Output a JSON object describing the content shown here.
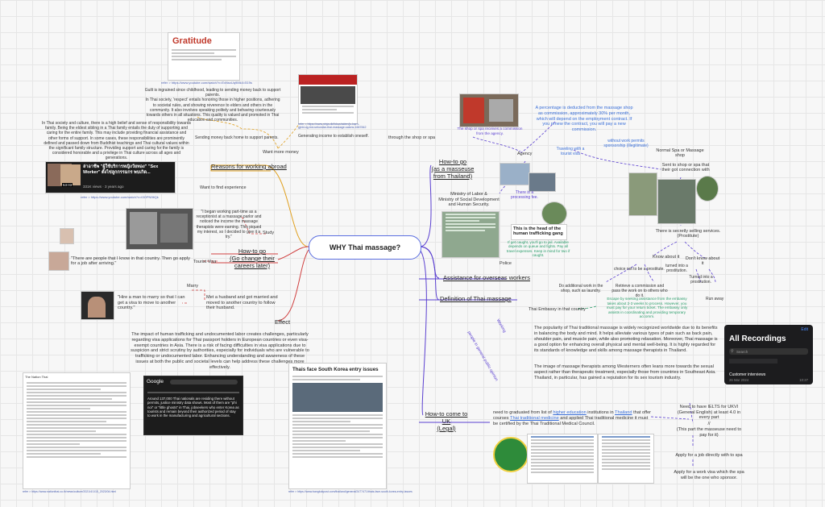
{
  "center": {
    "title": "WHY Thai massage?"
  },
  "branches": {
    "reasons": "Reasons for working abroad",
    "howto_go": "How-to go\n(Go change their careers later)",
    "effect": "Effect",
    "howto_masseuse": "How-to go\n(as a masseuse from Thailand)",
    "assistance": "Assistance for overseas workers",
    "definition": "Definition of Thai massage",
    "howto_uk": "How-to come to UK\n(Legal)"
  },
  "reasons": {
    "want_money": "Want more money",
    "want_experience": "Want to find experience",
    "sending_money": "Sending money back home to support parents.",
    "generating_income": "Generating income to establish oneself.",
    "guilt_text": "Guilt is ingrained since childhood, leading to sending money back to support parents.\nIn Thai society, 'respect' entails honoring those in higher positions, adhering to societal rules, and showing reverence to elders and others in the community. It also involves speaking politely and behaving courteously towards others in all situations. This quality is valued and promoted in Thai education and communities.",
    "responsibility_text": "In Thai society and culture, there is a high belief and sense of responsibility towards family. Being the eldest sibling in a Thai family entails the duty of supporting and caring for the entire family. This may include providing financial assistance and other forms of support. In some cases, these responsibilities are prominently defined and passed down from Buddhist teachings and Thai cultural values within the significant family structure. Providing support and caring for the family is considered honorable and a privilege in Thai culture across all ages and generations.",
    "gratitude_title": "Gratitude",
    "ref1": "refer > https://www.youtube.com/watch?v=ExNsxUq9Mk4=519s",
    "ref2": "refer > https://www.ninja.dk/fokus/siden/ju-barn-\ngjeld-og-tnd-sekundar-thai-massage-salons-1667842",
    "ref3": "refer > https://www.youtube.com/watch?v=t3OPN9ltQk",
    "video_title": "ล่าอาชีพ \"ผู้ใช้บริการหญิงวัยทอง\" \"Sex Worker\" ตั้งไข่ลูกกรรมกร พบเกิด...",
    "video_meta": "331K views · 3 years ago",
    "video_time": "53:03"
  },
  "howto_go": {
    "study": "Study",
    "tourist_visa": "Tourist Visa",
    "marry": "Marry",
    "quote_study": "\"I began working part-time as a receptionist at a massage parlor and noticed the income the massage therapists were earning. This piqued my interest, so I decided to give it a try.\"",
    "quote_tourist": "\"There are people that I know in that country. Then go apply for a job after arriving.\"",
    "quote_marry": "\"Hire a man to marry so that I can get a visa to move to another country.\"",
    "met_husband": "Met a husband and got married and moved to another country to follow their husband."
  },
  "effect": {
    "text": "The impact of human trafficking and undocumented labor creates challenges, particularly regarding visa applications for Thai passport holders in European countries or even visa-exempt countries in Asia. There is a risk of facing difficulties in visa applications due to suspicion and strict scrutiny by authorities, especially for individuals who are vulnerable to trafficking or undocumented labor. Enhancing understanding and awareness of these issues at both the public and societal levels can help address these challenges more effectively.",
    "news_title": "Thais face South Korea entry issues",
    "google_text": "Around 137,000 Thai nationals are residing there without permits, justice ministry data shows. Most of them are \"phi noi\" or \"little ghosts\" in Thai, jobseekers who enter Korea as tourists and remain beyond their authorized period of stay to work in the manufacturing and agricultural sections.",
    "ref4": "refer > https://www.nationthai.co.th/news/culture/2021/4/1/15_2023/04.html",
    "ref5": "refer > https://www.bangkokpost.com/thailand/general/2477471/thais-face-south-korea-entry-issues"
  },
  "masseuse": {
    "through_shop": "through the shop or spa",
    "agency": "Agency",
    "ministry": "Ministry of Labor &\nMinistry of Social Development\nand Human Security.",
    "shop_caption": "The shop or spa receives a commission from the agency.",
    "percentage": "A percentage is deducted from the massage shop as commission, approximately 30% per month, which will depend on the employment contract. If you renew the contract, you will pay a new commission.",
    "traveling": "Traveling with a tourist visa",
    "processing_fee": "There is a processing fee.",
    "sponsorship": "without work permits sponsorship (illegitimate)",
    "normal_spa": "Normal Spa or Massage shop",
    "sent_to_shop": "Sent to shop or spa that their got connection with",
    "secretly": "There is secretly selling services. (Prostitute)",
    "know_about": "Know about it",
    "dont_know": "Don't know about it",
    "choice": "choice not to be a prostitute.",
    "turned": "turned into a prostitution.",
    "turned2": "Turned into a prostitution.",
    "run_away": "Run away",
    "additional_work": "Do additional work in the shop, such as laundry.",
    "retrieve": "Retrieve a commission and pass the work on to others who do it.",
    "escape": "Escape by seeking assistance from the embassy takes about 2-3 weeks to process. However, you must pay for your return ticket. The embassy only assists in coordinating and providing temporary accomm.",
    "police_caption": "If get caught, you'll go to jail. Available depends on queue and fights. Pay all travel expenses. Keep in mind for two if caught.",
    "police": "Police",
    "trafficking_head": "This is the head of the human trafficking gang",
    "embassy": "Thai Embassy in that country"
  },
  "definition": {
    "text1": "The popularity of Thai traditional massage is widely recognized worldwide due to its benefits in balancing the body and mind. It helps alleviate various types of pain such as back pain, shoulder pain, and muscle pain, while also promoting relaxation. Moreover, Thai massage is a good option for enhancing overall physical and mental well-being. It is highly regarded for its standards of knowledge and skills among massage therapists in Thailand.",
    "text2": "The image of massage therapists among Westerners often leans more towards the sexual aspect rather than therapeutic treatment, especially those from countries in Southeast Asia. Thailand, in particular, has gained a reputation for its sex tourism industry.",
    "diag1": "Working",
    "diag2": "people in general public opinion"
  },
  "uk": {
    "need_graduate_pre": "need to graduated from list of ",
    "higher_edu": "higher education",
    "need_graduate_mid": " institutions in ",
    "thailand": "Thailand",
    "need_graduate_post": " that offer courses ",
    "thai_medicine": "Thai traditional medicine",
    "need_graduate_end": " and applied Thai traditional medicine it must be certified by the Thai Traditional Medical Council.",
    "ielts": "Need to have IELTS for UKVI (General English) at least 4.0 in every part",
    "slash": "//",
    "masseuse_pays": "(This part the masseuse need to pay for it)",
    "apply_job": "Apply for a job directly with to spa",
    "apply_visa": "Apply for a work visa which the spa will be the one who sponsor."
  },
  "recordings": {
    "edit": "Edit",
    "title": "All Recordings",
    "search": "Search",
    "item": "Customer interviews",
    "date": "26 Mar 2024",
    "duration": "10:27"
  }
}
